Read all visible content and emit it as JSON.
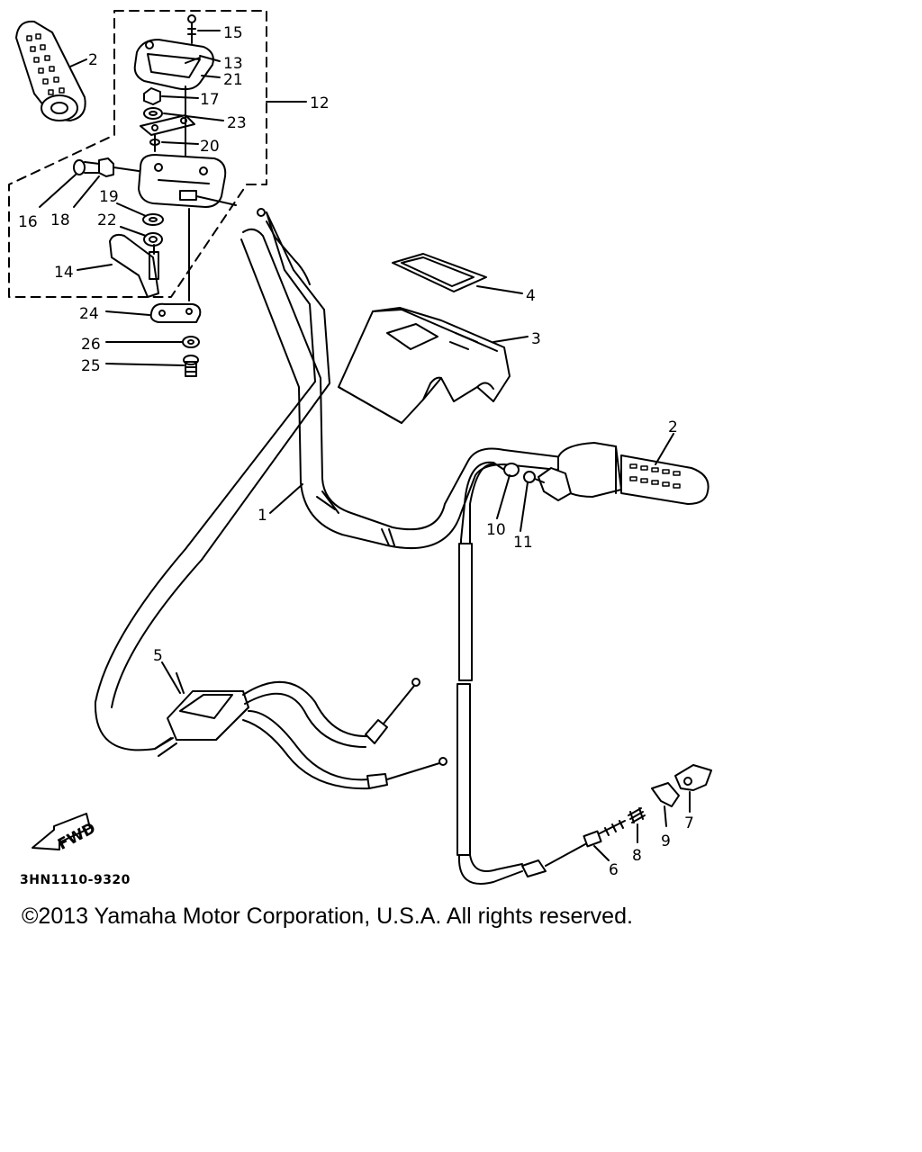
{
  "diagram": {
    "part_numbers": [
      "1",
      "2",
      "2",
      "3",
      "4",
      "5",
      "6",
      "7",
      "8",
      "9",
      "10",
      "11",
      "12",
      "13",
      "14",
      "15",
      "16",
      "17",
      "18",
      "19",
      "20",
      "21",
      "22",
      "23",
      "24",
      "25",
      "26"
    ],
    "arrow_label": "FWD",
    "code": "3HN1110-9320"
  },
  "footer": {
    "copyright": "©2013 Yamaha Motor Corporation, U.S.A. All rights reserved."
  },
  "colors": {
    "ink": "#000000",
    "background": "#ffffff"
  }
}
